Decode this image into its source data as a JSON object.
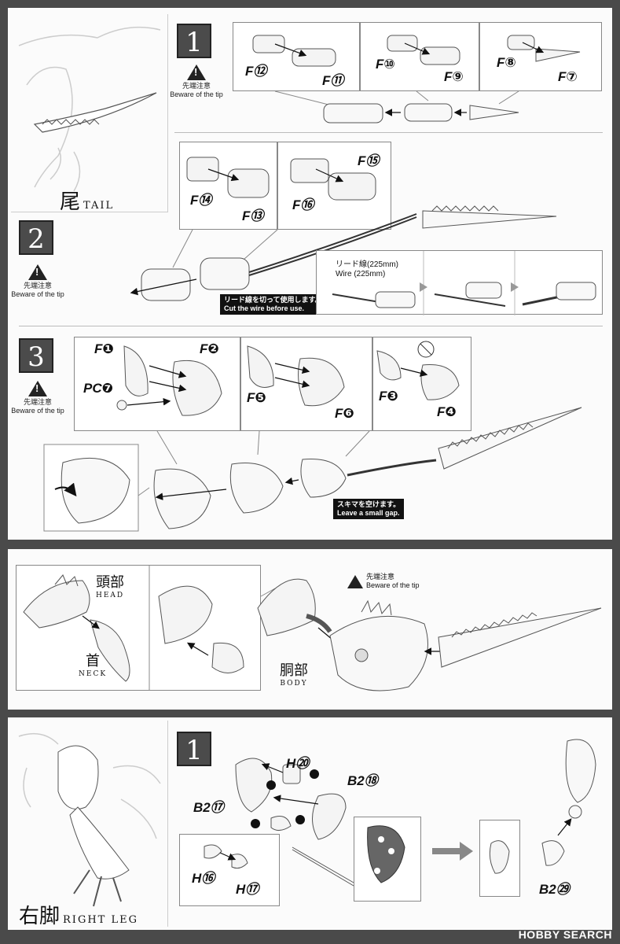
{
  "tail_section": {
    "title_jp": "尾",
    "title_en": "TAIL",
    "step1": {
      "number": "1",
      "caution_jp": "先端注意",
      "caution_en": "Beware of the tip",
      "parts": [
        "F⑫",
        "F⑪",
        "F⑩",
        "F⑨",
        "F⑧",
        "F⑦"
      ]
    },
    "step2": {
      "number": "2",
      "caution_jp": "先端注意",
      "caution_en": "Beware of the tip",
      "parts": [
        "F⑭",
        "F⑬",
        "F⑮",
        "F⑯"
      ],
      "wire_label_jp": "リード線(225mm)",
      "wire_label_en": "Wire (225mm)",
      "note_jp": "リード線を切って使用します。",
      "note_en": "Cut the wire before use."
    },
    "step3": {
      "number": "3",
      "caution_jp": "先端注意",
      "caution_en": "Beware of the tip",
      "parts": [
        "F❶",
        "F❷",
        "PC❼",
        "F❺",
        "F❻",
        "F❸",
        "F❹"
      ],
      "note_jp": "スキマを空けます。",
      "note_en": "Leave a small gap."
    }
  },
  "assembly_section": {
    "head_jp": "頭部",
    "head_en": "HEAD",
    "neck_jp": "首",
    "neck_en": "NECK",
    "body_jp": "胴部",
    "body_en": "BODY",
    "caution_jp": "先端注意",
    "caution_en": "Beware of the tip"
  },
  "right_leg_section": {
    "title_jp": "右脚",
    "title_en": "RIGHT LEG",
    "step1": {
      "number": "1",
      "parts": [
        "H⑳",
        "B2⑱",
        "B2⑰",
        "H⑯",
        "H⑰",
        "B2㉙"
      ]
    }
  },
  "watermark": "HOBBY SEARCH"
}
